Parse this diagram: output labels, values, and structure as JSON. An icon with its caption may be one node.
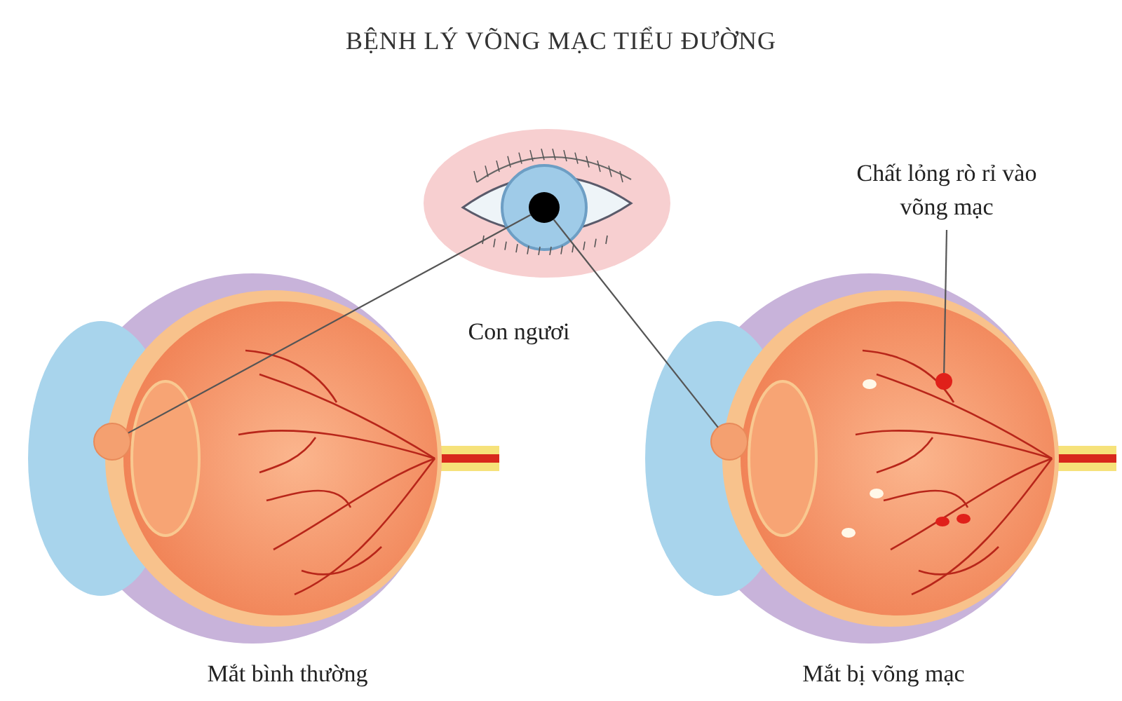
{
  "diagram": {
    "title": "BỆNH LÝ VÕNG MẠC TIỂU ĐƯỜNG",
    "nodes": [
      {
        "text": [],
        "shape": "circle"
      },
      {
        "text": [],
        "shape": "picture",
        "beside": [
          "Mắt bình thường"
        ]
      },
      {
        "text": [],
        "shape": "circle",
        "in": 1
      },
      {
        "text": [],
        "shape": "picture",
        "beside": [
          "Mắt bị võng mạc"
        ]
      },
      {
        "text": [],
        "shape": "circle",
        "in": 3
      },
      {
        "text": [
          "Chất lỏng rò rỉ vào võng mạc"
        ]
      },
      {
        "text": [],
        "shape": "circle",
        "in": 3
      }
    ],
    "edges": [
      {
        "from": 0,
        "to": 2,
        "arrow": "none"
      },
      {
        "from": 0,
        "to": 4,
        "arrow": "none"
      },
      {
        "from": 5,
        "to": 6,
        "arrow": "none"
      }
    ],
    "labels": [
      "Con ngươi"
    ]
  }
}
